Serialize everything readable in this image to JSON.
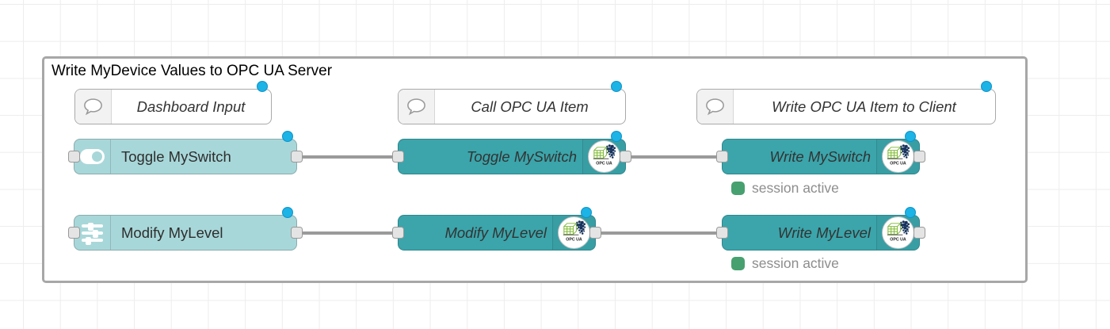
{
  "group": {
    "title": "Write MyDevice Values to OPC UA Server"
  },
  "comments": {
    "dashboard_input": "Dashboard Input",
    "call_opcua_item": "Call OPC UA Item",
    "write_opcua_item": "Write OPC UA Item to Client"
  },
  "nodes": {
    "toggle_myswitch_ui": "Toggle MySwitch",
    "modify_mylevel_ui": "Modify MyLevel",
    "toggle_myswitch_opcua": "Toggle MySwitch",
    "modify_mylevel_opcua": "Modify MyLevel",
    "write_myswitch": "Write MySwitch",
    "write_mylevel": "Write MyLevel"
  },
  "statuses": {
    "write_myswitch": "session active",
    "write_mylevel": "session active"
  },
  "badges": {
    "opcua_logo_text": "OPC UA"
  },
  "icons": {
    "comment": "speech-bubble-icon",
    "toggle": "toggle-switch-icon",
    "sliders": "sliders-icon",
    "opcua": "opcua-logo-icon",
    "changed": "changed-indicator-dot",
    "status_ok": "status-green-square"
  },
  "colors": {
    "node_light": "#a8d7d9",
    "node_dark": "#3ba5ab",
    "changed_dot": "#1cb3e6",
    "status_green": "#47a070",
    "wire": "#9a9a9a",
    "group_border": "#a7a7a7",
    "grid_line": "#ededed"
  }
}
